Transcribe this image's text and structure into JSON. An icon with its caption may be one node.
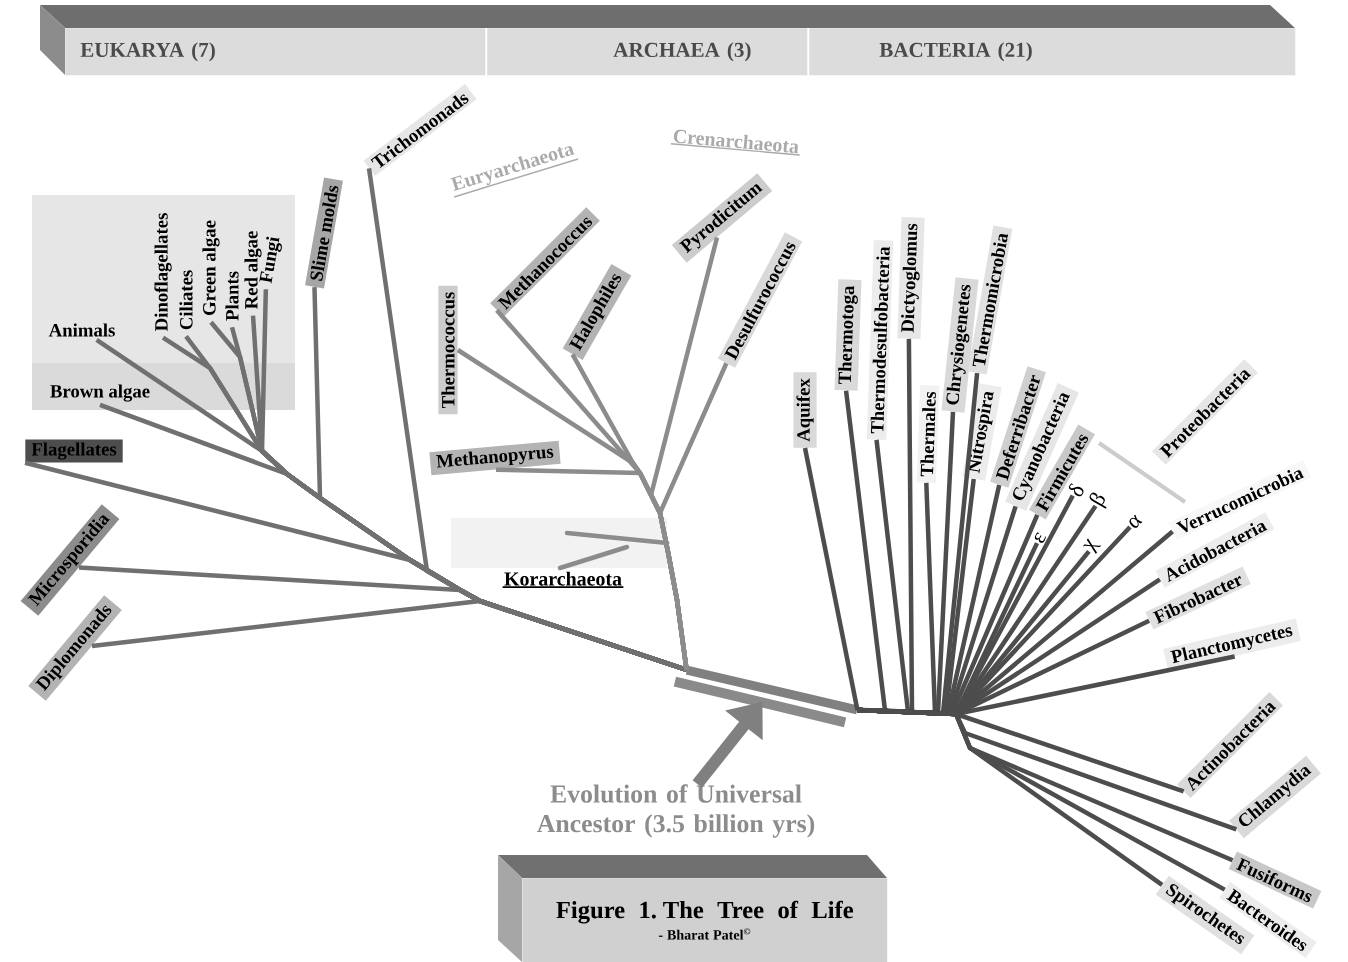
{
  "diagram": {
    "nodes": [
      {
        "text": [
          "EUKARYA (7)"
        ]
      },
      {
        "text": [
          "ARCHAEA (3)"
        ]
      },
      {
        "text": [
          "BACTERIA (21)"
        ]
      },
      {
        "text": [],
        "shape": "box"
      },
      {
        "text": [
          "Animals"
        ],
        "in": 3
      },
      {
        "text": [
          "Brown algae"
        ],
        "in": 3
      },
      {
        "text": [
          "Dinoflagellates"
        ],
        "in": 3
      },
      {
        "text": [
          "Ciliates"
        ],
        "in": 3
      },
      {
        "text": [
          "Green algae"
        ],
        "in": 3
      },
      {
        "text": [
          "Plants"
        ],
        "in": 3
      },
      {
        "text": [
          "Red algae"
        ],
        "in": 3
      },
      {
        "text": [
          "Fungi"
        ],
        "in": 3
      },
      {
        "text": [
          "Slime molds"
        ]
      },
      {
        "text": [
          "Trichomonads"
        ]
      },
      {
        "text": [
          "Flagellates"
        ]
      },
      {
        "text": [
          "Microsporidia"
        ]
      },
      {
        "text": [
          "Diplomonads"
        ]
      },
      {
        "text": [
          "Thermococcus"
        ]
      },
      {
        "text": [
          "Methanococcus"
        ]
      },
      {
        "text": [
          "Halophiles"
        ]
      },
      {
        "text": [
          "Pyrodicitum"
        ]
      },
      {
        "text": [
          "Desulfurococcus"
        ]
      },
      {
        "text": [
          "Methanopyrus"
        ]
      },
      {
        "text": [
          "Aquifex"
        ]
      },
      {
        "text": [
          "Thermotoga"
        ]
      },
      {
        "text": [
          "Thermodesulfobacteria"
        ]
      },
      {
        "text": [
          "Dictyoglomus"
        ]
      },
      {
        "text": [
          "Thermales"
        ]
      },
      {
        "text": [
          "Chrysiogenetes"
        ]
      },
      {
        "text": [
          "Thermomicrobia"
        ]
      },
      {
        "text": [
          "Nitrospira"
        ]
      },
      {
        "text": [
          "Deferribacter"
        ]
      },
      {
        "text": [
          "Cyanobacteria"
        ]
      },
      {
        "text": [
          "Firmicutes"
        ]
      },
      {
        "text": [
          "ε"
        ]
      },
      {
        "text": [
          "δ"
        ]
      },
      {
        "text": [
          "β"
        ]
      },
      {
        "text": [
          "χ"
        ]
      },
      {
        "text": [
          "α"
        ]
      },
      {
        "text": [
          "Proteobacteria"
        ]
      },
      {
        "text": [
          "Verrucomicrobia"
        ]
      },
      {
        "text": [
          "Acidobacteria"
        ]
      },
      {
        "text": [
          "Fibrobacter"
        ]
      },
      {
        "text": [
          "Planctomycetes"
        ]
      },
      {
        "text": [
          "Actinobacteria"
        ]
      },
      {
        "text": [
          "Chlamydia"
        ]
      },
      {
        "text": [
          "Fusiforms"
        ]
      },
      {
        "text": [
          "Bacteroides"
        ]
      },
      {
        "text": [
          "Spirochetes"
        ]
      },
      {
        "text": [],
        "shape": "bar"
      },
      {
        "text": [
          "Evolution of Universal Ancestor (3.5 billion yrs)"
        ]
      },
      {
        "text": [
          "Figure 1. The Tree of Life",
          "- Bharat Patel$^{©}$"
        ]
      },
      {
        "text": [
          "Korarchaeota"
        ]
      }
    ],
    "edges": [
      {
        "from": 49,
        "to": 4,
        "arrow": "none",
        "color": "#707070"
      },
      {
        "from": 49,
        "to": 5,
        "arrow": "none",
        "color": "#707070"
      },
      {
        "from": 49,
        "to": 6,
        "arrow": "none",
        "color": "#707070"
      },
      {
        "from": 49,
        "to": 7,
        "arrow": "none",
        "color": "#707070"
      },
      {
        "from": 49,
        "to": 8,
        "arrow": "none",
        "color": "#707070"
      },
      {
        "from": 49,
        "to": 9,
        "arrow": "none",
        "color": "#707070"
      },
      {
        "from": 49,
        "to": 10,
        "arrow": "none",
        "color": "#707070"
      },
      {
        "from": 49,
        "to": 11,
        "arrow": "none",
        "color": "#707070"
      },
      {
        "from": 49,
        "to": 12,
        "arrow": "none",
        "color": "#707070"
      },
      {
        "from": 49,
        "to": 13,
        "arrow": "none",
        "color": "#707070"
      },
      {
        "from": 49,
        "to": 14,
        "arrow": "none",
        "color": "#707070"
      },
      {
        "from": 49,
        "to": 15,
        "arrow": "none",
        "color": "#707070"
      },
      {
        "from": 49,
        "to": 16,
        "arrow": "none",
        "color": "#707070"
      },
      {
        "from": 49,
        "to": 17,
        "arrow": "none",
        "color": "#8c8c8c"
      },
      {
        "from": 49,
        "to": 18,
        "arrow": "none",
        "color": "#8c8c8c"
      },
      {
        "from": 49,
        "to": 19,
        "arrow": "none",
        "color": "#8c8c8c"
      },
      {
        "from": 49,
        "to": 20,
        "arrow": "none",
        "color": "#8c8c8c"
      },
      {
        "from": 49,
        "to": 21,
        "arrow": "none",
        "color": "#8c8c8c"
      },
      {
        "from": 49,
        "to": 22,
        "arrow": "none",
        "color": "#8c8c8c"
      },
      {
        "from": 49,
        "to": 52,
        "arrow": "none",
        "color": "#8c8c8c"
      },
      {
        "from": 49,
        "to": 23,
        "arrow": "none"
      },
      {
        "from": 49,
        "to": 24,
        "arrow": "none"
      },
      {
        "from": 49,
        "to": 25,
        "arrow": "none"
      },
      {
        "from": 49,
        "to": 26,
        "arrow": "none"
      },
      {
        "from": 49,
        "to": 27,
        "arrow": "none"
      },
      {
        "from": 49,
        "to": 28,
        "arrow": "none"
      },
      {
        "from": 49,
        "to": 29,
        "arrow": "none"
      },
      {
        "from": 49,
        "to": 30,
        "arrow": "none"
      },
      {
        "from": 49,
        "to": 31,
        "arrow": "none"
      },
      {
        "from": 49,
        "to": 32,
        "arrow": "none"
      },
      {
        "from": 49,
        "to": 33,
        "arrow": "none"
      },
      {
        "from": 49,
        "to": 34,
        "arrow": "none"
      },
      {
        "from": 49,
        "to": 35,
        "arrow": "none"
      },
      {
        "from": 49,
        "to": 36,
        "arrow": "none"
      },
      {
        "from": 49,
        "to": 37,
        "arrow": "none"
      },
      {
        "from": 49,
        "to": 38,
        "arrow": "none"
      },
      {
        "from": 49,
        "to": 40,
        "arrow": "none"
      },
      {
        "from": 49,
        "to": 41,
        "arrow": "none"
      },
      {
        "from": 49,
        "to": 42,
        "arrow": "none"
      },
      {
        "from": 49,
        "to": 43,
        "arrow": "none"
      },
      {
        "from": 49,
        "to": 44,
        "arrow": "none"
      },
      {
        "from": 49,
        "to": 45,
        "arrow": "none"
      },
      {
        "from": 49,
        "to": 46,
        "arrow": "none"
      },
      {
        "from": 49,
        "to": 47,
        "arrow": "none"
      },
      {
        "from": 49,
        "to": 48,
        "arrow": "none"
      },
      {
        "from": 50,
        "to": 49,
        "arrow": "to",
        "style": "thick",
        "color": "#808080"
      }
    ],
    "labels": [
      "Euryarchaeota",
      "Crenarchaeota"
    ]
  }
}
